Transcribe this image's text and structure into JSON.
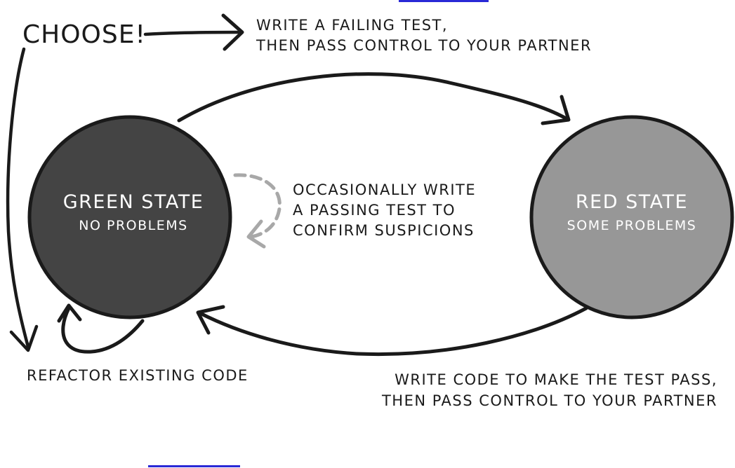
{
  "title": "CHOOSE!",
  "choose_annotation": {
    "line1": "WRITE A FAILING TEST,",
    "line2": "THEN PASS CONTROL TO YOUR PARTNER"
  },
  "green_state": {
    "title": "GREEN STATE",
    "subtitle": "NO PROBLEMS",
    "fill": "#444444"
  },
  "red_state": {
    "title": "RED STATE",
    "subtitle": "SOME PROBLEMS",
    "fill": "#979797"
  },
  "loop_annotation": {
    "line1": "OCCASIONALLY WRITE",
    "line2": "A PASSING TEST TO",
    "line3": "CONFIRM SUSPICIONS"
  },
  "refactor_label": "REFACTOR EXISTING CODE",
  "return_annotation": {
    "line1": "WRITE CODE TO MAKE THE TEST PASS,",
    "line2": "THEN PASS CONTROL TO YOUR PARTNER"
  },
  "colors": {
    "ink": "#1a1a1a",
    "dashed_arrow": "#a8a8a8",
    "link_underline": "#2929d6"
  }
}
